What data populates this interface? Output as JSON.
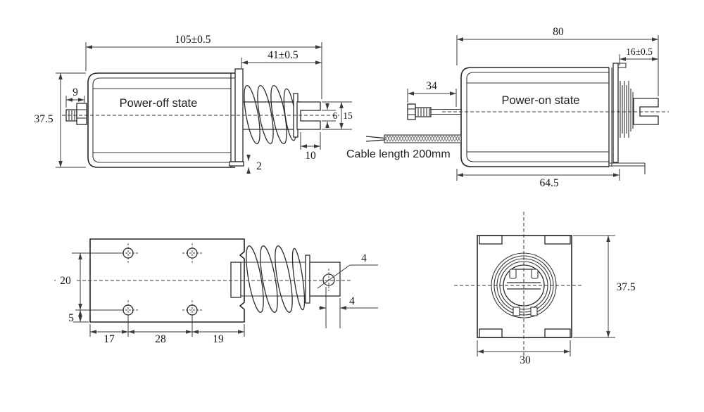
{
  "views": {
    "power_off": {
      "label": "Power-off state",
      "dims": {
        "overall_length": "105±0.5",
        "plunger_travel_section": "41±0.5",
        "body_height": "37.5",
        "screw_protrusion": "9",
        "slot_width": "6",
        "plunger_height": "15",
        "slot_depth": "10",
        "bracket_thickness": "2"
      }
    },
    "power_on": {
      "label": "Power-on state",
      "cable_note": "Cable length 200mm",
      "dims": {
        "overall_length": "80",
        "plunger_extension": "16±0.5",
        "screw_length": "34",
        "body_length": "64.5"
      }
    },
    "bottom": {
      "dims": {
        "hole_row_spacing": "20",
        "hole_edge_offset": "5",
        "hole_col_left": "17",
        "hole_col_middle": "28",
        "hole_col_right": "19",
        "hole_diameter": "4",
        "hole_to_tip": "4"
      }
    },
    "front": {
      "dims": {
        "height": "37.5",
        "width": "30"
      }
    }
  }
}
